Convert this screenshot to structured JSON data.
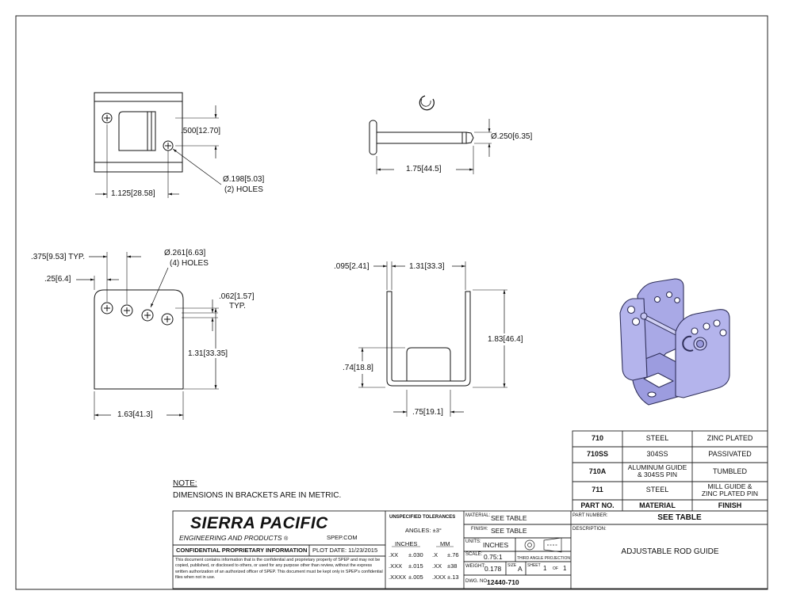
{
  "dims": {
    "v1_height": ".500",
    "v1_height_mm": "12.70",
    "v1_width": "1.125",
    "v1_width_mm": "28.58",
    "v1_hole": "Ø.198",
    "v1_hole_mm": "5.03",
    "v1_hole_count": "(2) HOLES",
    "pin_dia": "Ø.250",
    "pin_dia_mm": "6.35",
    "pin_len": "1.75",
    "pin_len_mm": "44.5",
    "v3_pitch": ".375",
    "v3_pitch_mm": "9.53",
    "v3_pitch_suffix": "TYP.",
    "v3_edge": ".25",
    "v3_edge_mm": "6.4",
    "v3_hole": "Ø.261",
    "v3_hole_mm": "6.63",
    "v3_hole_count": "(4) HOLES",
    "v3_thk": ".062",
    "v3_thk_mm": "1.57",
    "v3_thk_suffix": "TYP.",
    "v3_height": "1.31",
    "v3_height_mm": "33.35",
    "v3_width": "1.63",
    "v3_width_mm": "41.3",
    "v4_flange": ".095",
    "v4_flange_mm": "2.41",
    "v4_inner": "1.31",
    "v4_inner_mm": "33.3",
    "v4_height": "1.83",
    "v4_height_mm": "46.4",
    "v4_slot_h": ".74",
    "v4_slot_h_mm": "18.8",
    "v4_slot_w": ".75",
    "v4_slot_w_mm": "19.1"
  },
  "note": {
    "title": "NOTE:",
    "text": "DIMENSIONS IN BRACKETS ARE IN METRIC."
  },
  "parts_table": {
    "rows": [
      {
        "part": "710",
        "material": "STEEL",
        "finish": "ZINC PLATED"
      },
      {
        "part": "710SS",
        "material": "304SS",
        "finish": "PASSIVATED"
      },
      {
        "part": "710A",
        "material": "ALUMINUM GUIDE\n& 304SS PIN",
        "finish": "TUMBLED"
      },
      {
        "part": "711",
        "material": "STEEL",
        "finish": "MILL GUIDE &\nZINC PLATED PIN"
      }
    ],
    "header": {
      "part": "PART NO.",
      "material": "MATERIAL",
      "finish": "FINISH"
    }
  },
  "title_block": {
    "company": "SIERRA PACIFIC",
    "company_sub": "ENGINEERING AND PRODUCTS",
    "website": "SPEP.COM",
    "confidential_title": "CONFIDENTIAL PROPRIETARY INFORMATION",
    "plot_date": "PLOT DATE: 11/23/2015",
    "confidential_text": "This document contains information that is the confidential and proprietary property of SPEP and may not be copied, published, or disclosed to others, or used for any purpose other than review, without the express written authorization of an authorized officer of SPEP. This document must be kept only in SPEP's confidential files when not in use.",
    "tol_title": "UNSPECIFIED TOLERANCES",
    "tol_angles": "ANGLES: ±3°",
    "tol_inches": "INCHES",
    "tol_mm": "MM",
    "tol_rows": [
      {
        "a": ".XX",
        "b": "±.030",
        "c": ".X",
        "d": "±.76"
      },
      {
        "a": ".XXX",
        "b": "±.015",
        "c": ".XX",
        "d": "±38"
      },
      {
        "a": ".XXXX",
        "b": "±.005",
        "c": ".XXX",
        "d": "±.13"
      }
    ],
    "material_label": "MATERIAL:",
    "material_value": "SEE TABLE",
    "finish_label": "FINISH:",
    "finish_value": "SEE TABLE",
    "units_label": "UNITS:",
    "units_value": "INCHES",
    "projection_label": "THIRD ANGLE PROJECTION",
    "scale_label": "SCALE:",
    "scale_value": "0.75:1",
    "weight_label": "WEIGHT:",
    "weight_value": "0.178",
    "size_label": "SIZE",
    "size_value": "A",
    "sheet_label": "SHEET",
    "sheet_num": "1",
    "sheet_of": "OF",
    "sheet_total": "1",
    "dwg_label": "DWG. NO.",
    "dwg_value": "12440-710",
    "partnum_label": "PART NUMBER:",
    "partnum_value": "SEE TABLE",
    "desc_label": "DESCRIPTION:",
    "desc_value": "ADJUSTABLE ROD GUIDE"
  },
  "colors": {
    "line": "#1a1a1a",
    "iso_fill": "#b4b4ec",
    "iso_dark": "#8e8ecf",
    "iso_edge": "#30305a"
  }
}
